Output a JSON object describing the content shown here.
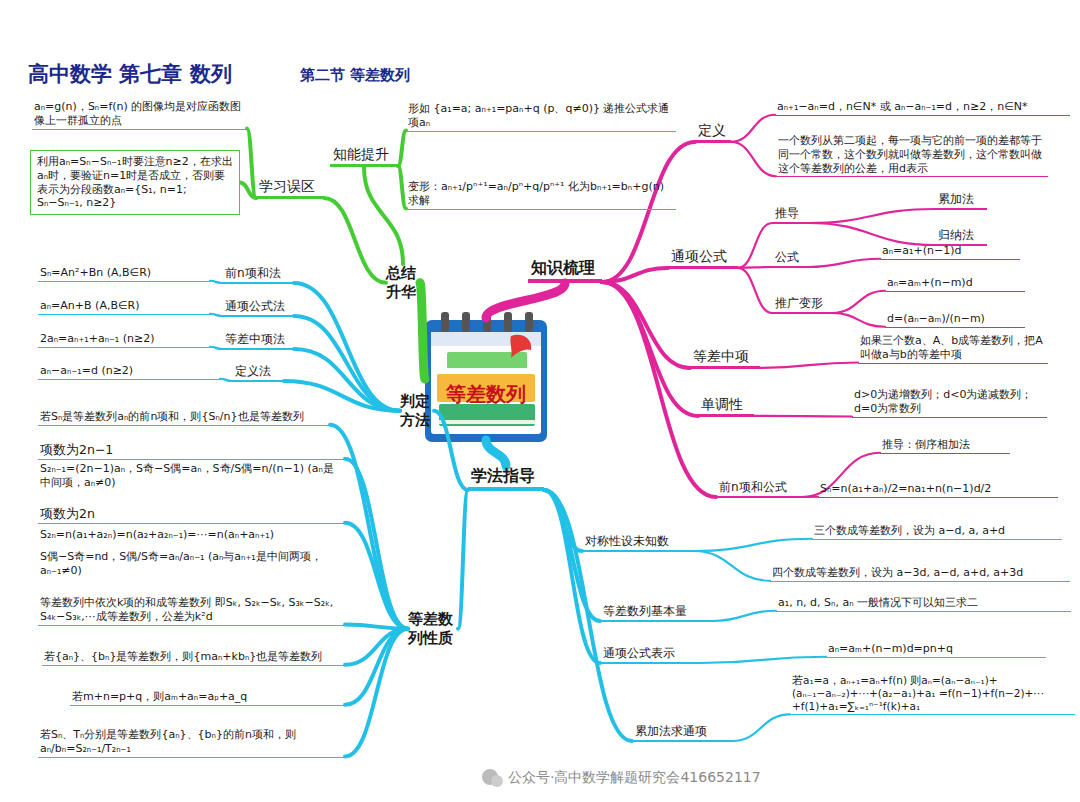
{
  "diagram": {
    "title": "高中数学 第七章 数列",
    "nodes": [
      {
        "text": [
          "等差数列"
        ]
      },
      {
        "text": [
          "知识梳理"
        ]
      },
      {
        "text": [
          "学法指导"
        ]
      },
      {
        "text": [
          "总结升华"
        ]
      },
      {
        "text": [
          "知能提升"
        ]
      },
      {
        "text": [
          "学习误区"
        ]
      },
      {
        "text": [
          "判定方法"
        ]
      },
      {
        "text": [
          "等差数列性质"
        ]
      },
      {
        "text": [
          "定义"
        ]
      },
      {
        "text": [
          "aₙ₊₁−aₙ=d，n∈N* 或 aₙ−aₙ₋₁=d，n≥2，n∈N*"
        ]
      },
      {
        "text": [
          "一个数列从第二项起，每一项与它的前一项的差都等于同一个常数，这个数列就叫做等差数列，这个常数叫做这个等差数列的公差，用d表示"
        ]
      },
      {
        "text": [
          "通项公式"
        ]
      },
      {
        "text": [
          "推导"
        ]
      },
      {
        "text": [
          "累加法"
        ]
      },
      {
        "text": [
          "归纳法"
        ]
      },
      {
        "text": [
          "公式"
        ]
      },
      {
        "text": [
          "aₙ=a₁+(n−1)d"
        ]
      },
      {
        "text": [
          "推广变形"
        ]
      },
      {
        "text": [
          "aₙ=aₘ+(n−m)d"
        ]
      },
      {
        "text": [
          "d=(aₙ−aₘ)/(n−m)"
        ]
      },
      {
        "text": [
          "等差中项"
        ]
      },
      {
        "text": [
          "如果三个数a、A、b成等差数列，把A叫做a与b的等差中项"
        ]
      },
      {
        "text": [
          "单调性"
        ]
      },
      {
        "text": [
          "d>0为递增数列；d<0为递减数列；d=0为常数列"
        ]
      },
      {
        "text": [
          "前n项和公式"
        ]
      },
      {
        "text": [
          "推导：倒序相加法"
        ]
      },
      {
        "text": [
          "Sₙ=n(a₁+aₙ)/2=na₁+n(n−1)d/2"
        ]
      },
      {
        "text": [
          "对称性设未知数"
        ]
      },
      {
        "text": [
          "三个数成等差数列，设为 a−d, a, a+d"
        ]
      },
      {
        "text": [
          "四个数成等差数列，设为 a−3d, a−d, a+d, a+3d"
        ]
      },
      {
        "text": [
          "等差数列基本量"
        ]
      },
      {
        "text": [
          "a₁, n, d, Sₙ, aₙ 一般情况下可以知三求二"
        ]
      },
      {
        "text": [
          "通项公式表示"
        ]
      },
      {
        "text": [
          "aₙ=aₘ+(n−m)d=pn+q"
        ]
      },
      {
        "text": [
          "累加法求通项"
        ]
      },
      {
        "text": [
          "若a₁=a，aₙ₊₁=aₙ+f(n) 则aₙ=(aₙ−aₙ₋₁)+(aₙ₋₁−aₙ₋₂)+⋯+(a₂−a₁)+a₁ =f(n−1)+f(n−2)+⋯+f(1)+a₁=∑ₖ₌₁ⁿ⁻¹f(k)+a₁"
        ]
      },
      {
        "text": [
          "形如 {a₁=a; aₙ₊₁=paₙ+q (p、q≠0)} 递推公式求通项aₙ"
        ]
      },
      {
        "text": [
          "变形：aₙ₊₁/pⁿ⁺¹=aₙ/pⁿ+q/pⁿ⁺¹ 化为bₙ₊₁=bₙ+g(n)求解"
        ]
      },
      {
        "text": [
          "aₙ=g(n)，Sₙ=f(n) 的图像均是对应函数图像上一群孤立的点"
        ]
      },
      {
        "text": [
          "利用aₙ=Sₙ−Sₙ₋₁时要注意n≥2，在求出aₙ时，要验证n=1时是否成立，否则要表示为分段函数aₙ={S₁, n=1; Sₙ−Sₙ₋₁, n≥2}"
        ]
      },
      {
        "text": [
          "前n项和法"
        ]
      },
      {
        "text": [
          "Sₙ=An²+Bn (A,B∈R)"
        ]
      },
      {
        "text": [
          "通项公式法"
        ]
      },
      {
        "text": [
          "aₙ=An+B (A,B∈R)"
        ]
      },
      {
        "text": [
          "等差中项法"
        ]
      },
      {
        "text": [
          "2aₙ=aₙ₊₁+aₙ₋₁ (n≥2)"
        ]
      },
      {
        "text": [
          "定义法"
        ]
      },
      {
        "text": [
          "aₙ−aₙ₋₁=d (n≥2)"
        ]
      },
      {
        "text": [
          "若Sₙ是等差数列aₙ的前n项和，则{Sₙ/n}也是等差数列"
        ]
      },
      {
        "text": [
          "项数为2n−1"
        ]
      },
      {
        "text": [
          "S₂ₙ₋₁=(2n−1)aₙ，S奇−S偶=aₙ，S奇/S偶=n/(n−1) (aₙ是中间项，aₙ≠0)"
        ]
      },
      {
        "text": [
          "项数为2n"
        ]
      },
      {
        "text": [
          "S₂ₙ=n(a₁+a₂ₙ)=n(a₂+a₂ₙ₋₁)=⋯=n(aₙ+aₙ₊₁)"
        ]
      },
      {
        "text": [
          "S偶−S奇=nd，S偶/S奇=aₙ/aₙ₋₁ (aₙ与aₙ₊₁是中间两项，aₙ₋₁≠0)"
        ]
      },
      {
        "text": [
          "等差数列中依次k项的和成等差数列 即Sₖ, S₂ₖ−Sₖ, S₃ₖ−S₂ₖ, S₄ₖ−S₃ₖ,⋯成等差数列，公差为k²d"
        ]
      },
      {
        "text": [
          "若{aₙ}、{bₙ}是等差数列，则{maₙ+kbₙ}也是等差数列"
        ]
      },
      {
        "text": [
          "若m+n=p+q，则aₘ+aₙ=aₚ+a_q"
        ]
      },
      {
        "text": [
          "若Sₙ、Tₙ分别是等差数列{aₙ}、{bₙ}的前n项和，则 aₙ/bₙ=S₂ₙ₋₁/T₂ₙ₋₁"
        ]
      }
    ],
    "edges": [
      {
        "from": 0,
        "to": 1,
        "arrow": "none"
      },
      {
        "from": 0,
        "to": 2,
        "arrow": "none"
      },
      {
        "from": 0,
        "to": 3,
        "arrow": "none"
      },
      {
        "from": 3,
        "to": 4,
        "arrow": "none"
      },
      {
        "from": 3,
        "to": 5,
        "arrow": "none"
      },
      {
        "from": 4,
        "to": 36,
        "arrow": "none"
      },
      {
        "from": 4,
        "to": 37,
        "arrow": "none"
      },
      {
        "from": 5,
        "to": 38,
        "arrow": "none"
      },
      {
        "from": 5,
        "to": 39,
        "arrow": "none"
      },
      {
        "from": 1,
        "to": 8,
        "arrow": "none"
      },
      {
        "from": 8,
        "to": 9,
        "arrow": "none"
      },
      {
        "from": 8,
        "to": 10,
        "arrow": "none"
      },
      {
        "from": 1,
        "to": 11,
        "arrow": "none"
      },
      {
        "from": 11,
        "to": 12,
        "arrow": "none"
      },
      {
        "from": 12,
        "to": 13,
        "arrow": "none"
      },
      {
        "from": 12,
        "to": 14,
        "arrow": "none"
      },
      {
        "from": 11,
        "to": 15,
        "arrow": "none"
      },
      {
        "from": 15,
        "to": 16,
        "arrow": "none"
      },
      {
        "from": 11,
        "to": 17,
        "arrow": "none"
      },
      {
        "from": 17,
        "to": 18,
        "arrow": "none"
      },
      {
        "from": 17,
        "to": 19,
        "arrow": "none"
      },
      {
        "from": 1,
        "to": 20,
        "arrow": "none"
      },
      {
        "from": 20,
        "to": 21,
        "arrow": "none"
      },
      {
        "from": 1,
        "to": 22,
        "arrow": "none"
      },
      {
        "from": 22,
        "to": 23,
        "arrow": "none"
      },
      {
        "from": 1,
        "to": 24,
        "arrow": "none"
      },
      {
        "from": 24,
        "to": 25,
        "arrow": "none"
      },
      {
        "from": 24,
        "to": 26,
        "arrow": "none"
      },
      {
        "from": 2,
        "to": 6,
        "arrow": "none"
      },
      {
        "from": 6,
        "to": 40,
        "arrow": "none"
      },
      {
        "from": 40,
        "to": 41,
        "arrow": "none"
      },
      {
        "from": 6,
        "to": 42,
        "arrow": "none"
      },
      {
        "from": 42,
        "to": 43,
        "arrow": "none"
      },
      {
        "from": 6,
        "to": 44,
        "arrow": "none"
      },
      {
        "from": 44,
        "to": 45,
        "arrow": "none"
      },
      {
        "from": 6,
        "to": 46,
        "arrow": "none"
      },
      {
        "from": 46,
        "to": 47,
        "arrow": "none"
      },
      {
        "from": 2,
        "to": 7,
        "arrow": "none"
      },
      {
        "from": 7,
        "to": 48,
        "arrow": "none"
      },
      {
        "from": 7,
        "to": 49,
        "arrow": "none"
      },
      {
        "from": 7,
        "to": 51,
        "arrow": "none"
      },
      {
        "from": 7,
        "to": 54,
        "arrow": "none"
      },
      {
        "from": 7,
        "to": 55,
        "arrow": "none"
      },
      {
        "from": 7,
        "to": 56,
        "arrow": "none"
      },
      {
        "from": 7,
        "to": 57,
        "arrow": "none"
      },
      {
        "from": 2,
        "to": 27,
        "arrow": "none"
      },
      {
        "from": 27,
        "to": 28,
        "arrow": "none"
      },
      {
        "from": 27,
        "to": 29,
        "arrow": "none"
      },
      {
        "from": 2,
        "to": 30,
        "arrow": "none"
      },
      {
        "from": 30,
        "to": 31,
        "arrow": "none"
      },
      {
        "from": 2,
        "to": 32,
        "arrow": "none"
      },
      {
        "from": 32,
        "to": 33,
        "arrow": "none"
      },
      {
        "from": 2,
        "to": 34,
        "arrow": "none"
      },
      {
        "from": 34,
        "to": 35,
        "arrow": "none"
      }
    ],
    "labels": [
      "第二节 等差数列",
      "公众号·高中数学解题研究会416652117"
    ]
  }
}
